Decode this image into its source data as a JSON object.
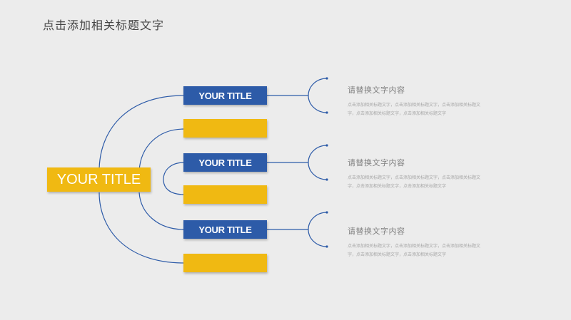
{
  "slide": {
    "title": "点击添加相关标题文字"
  },
  "main_node": {
    "label": "YOUR TITLE"
  },
  "branches": [
    {
      "label": "YOUR TITLE",
      "heading": "请替换文字内容",
      "body": "点击添加相关标题文字，点击添加相关标题文字，点击添加相关标题文字，点击添加相关标题文字，点击添加相关标题文字"
    },
    {
      "label": ""
    },
    {
      "label": "YOUR TITLE",
      "heading": "请替换文字内容",
      "body": "点击添加相关标题文字，点击添加相关标题文字，点击添加相关标题文字，点击添加相关标题文字，点击添加相关标题文字"
    },
    {
      "label": ""
    },
    {
      "label": "YOUR TITLE",
      "heading": "请替换文字内容",
      "body": "点击添加相关标题文字，点击添加相关标题文字，点击添加相关标题文字，点击添加相关标题文字，点击添加相关标题文字"
    },
    {
      "label": ""
    }
  ],
  "colors": {
    "accent_blue": "#2d5ba8",
    "accent_yellow": "#f0b912",
    "line": "#2d5ba8"
  }
}
